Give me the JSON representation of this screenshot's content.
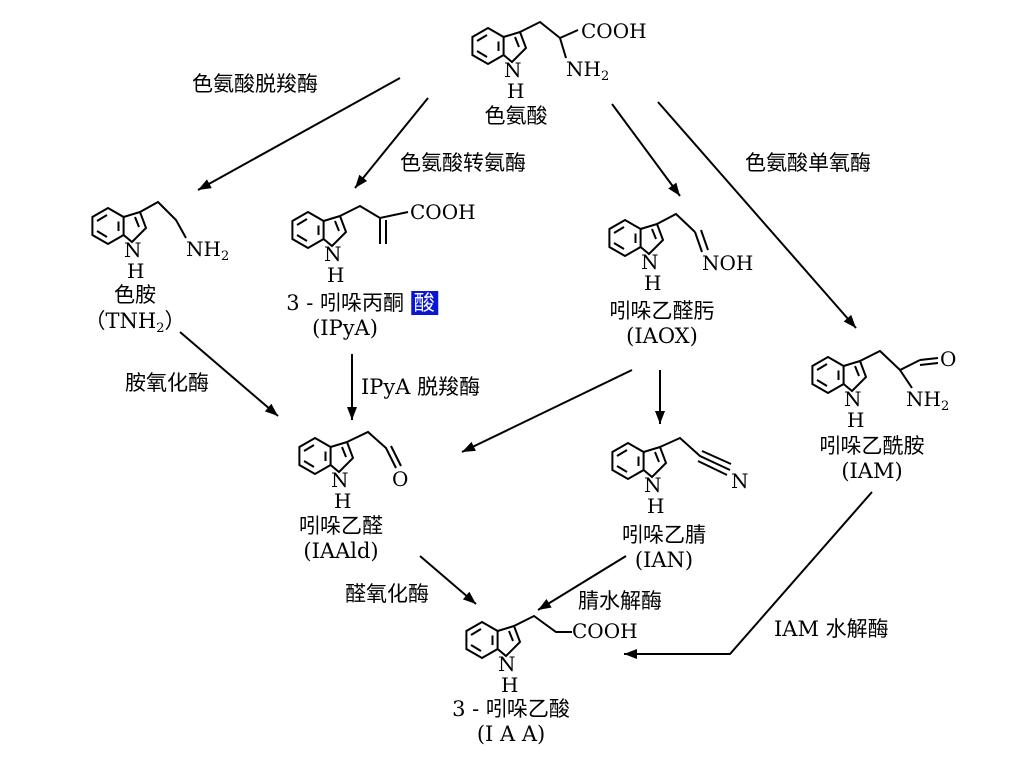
{
  "compounds": {
    "trp": {
      "name": "色氨酸",
      "h": "H",
      "n": "N",
      "acid": "COOH",
      "amine": "NH",
      "amine_sub": "2"
    },
    "tam": {
      "name": "色胺",
      "abbr_pre": "（TNH",
      "abbr_sub": "2",
      "abbr_post": "）",
      "h": "H",
      "n": "N",
      "amine": "NH",
      "amine_sub": "2"
    },
    "ipya": {
      "name_main": "3 - 吲哚丙酮",
      "name_hl": "酸",
      "abbr": "(IPyA)",
      "h": "H",
      "n": "N",
      "acid": "COOH"
    },
    "iaox": {
      "name": "吲哚乙醛肟",
      "abbr": "(IAOX)",
      "h": "H",
      "n": "N",
      "oxime": "NOH"
    },
    "iam": {
      "name": "吲哚乙酰胺",
      "abbr": "(IAM)",
      "h": "H",
      "n": "N",
      "o": "O",
      "amine": "NH",
      "amine_sub": "2"
    },
    "iaald": {
      "name": "吲哚乙醛",
      "abbr": "(IAAld)",
      "h": "H",
      "n": "N",
      "o": "O"
    },
    "ian": {
      "name": "吲哚乙腈",
      "abbr": "(IAN)",
      "h": "H",
      "n": "N",
      "nitrile_n": "N"
    },
    "iaa": {
      "name": "3 - 吲哚乙酸",
      "abbr": "(I A A)",
      "h": "H",
      "n": "N",
      "acid": "COOH"
    }
  },
  "enzymes": {
    "trp_decarboxylase": "色氨酸脱羧酶",
    "trp_transaminase": "色氨酸转氨酶",
    "trp_monooxygenase": "色氨酸单氧酶",
    "amine_oxidase": "胺氧化酶",
    "ipya_decarboxylase": "IPyA 脱羧酶",
    "aldehyde_oxidase": "醛氧化酶",
    "nitrilase": "腈水解酶",
    "iam_hydrolase": "IAM 水解酶"
  }
}
